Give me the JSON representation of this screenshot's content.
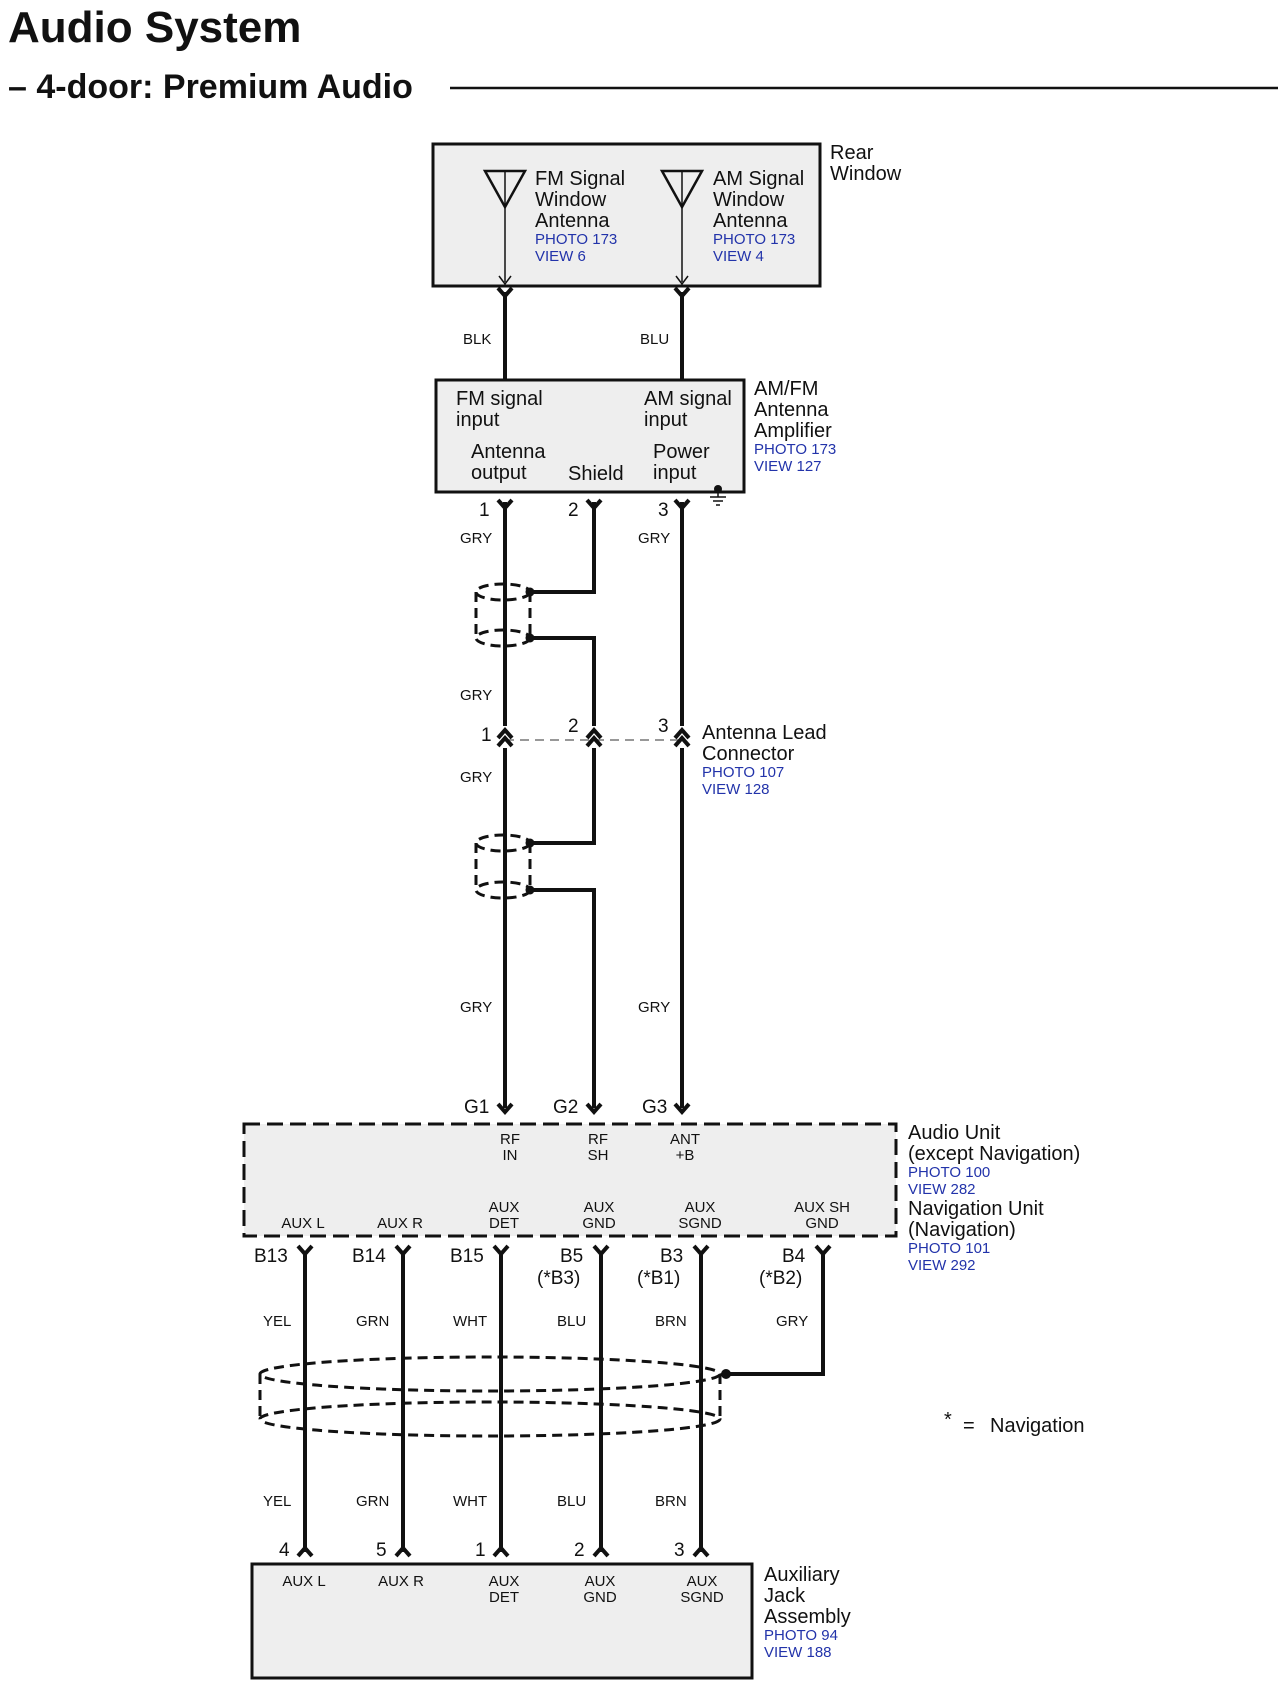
{
  "header": {
    "title": "Audio System",
    "subtitle": "– 4-door: Premium Audio"
  },
  "rear_window": {
    "label_line1": "Rear",
    "label_line2": "Window",
    "fm": {
      "l1": "FM Signal",
      "l2": "Window",
      "l3": "Antenna",
      "photo": "PHOTO 173",
      "view": "VIEW 6"
    },
    "am": {
      "l1": "AM Signal",
      "l2": "Window",
      "l3": "Antenna",
      "photo": "PHOTO 173",
      "view": "VIEW 4"
    }
  },
  "wires_top": {
    "blk": "BLK",
    "blu": "BLU"
  },
  "amplifier": {
    "name_l1": "AM/FM",
    "name_l2": "Antenna",
    "name_l3": "Amplifier",
    "photo": "PHOTO 173",
    "view": "VIEW 127",
    "fm_in_l1": "FM signal",
    "fm_in_l2": "input",
    "am_in_l1": "AM signal",
    "am_in_l2": "input",
    "ant_out_l1": "Antenna",
    "ant_out_l2": "output",
    "shield": "Shield",
    "power_l1": "Power",
    "power_l2": "input",
    "pins": [
      "1",
      "2",
      "3"
    ]
  },
  "wire_colors": {
    "gry": "GRY",
    "yel": "YEL",
    "grn": "GRN",
    "wht": "WHT",
    "blu": "BLU",
    "brn": "BRN"
  },
  "lead_connector": {
    "name_l1": "Antenna Lead",
    "name_l2": "Connector",
    "photo": "PHOTO 107",
    "view": "VIEW 128",
    "pins": [
      "1",
      "2",
      "3"
    ]
  },
  "audio_unit": {
    "name_l1": "Audio Unit",
    "name_l2": "(except Navigation)",
    "photo1": "PHOTO 100",
    "view1": "VIEW 282",
    "name_l3": "Navigation Unit",
    "name_l4": "(Navigation)",
    "photo2": "PHOTO 101",
    "view2": "VIEW 292",
    "g_pins": [
      "G1",
      "G2",
      "G3"
    ],
    "rf_in_l1": "RF",
    "rf_in_l2": "IN",
    "rf_sh_l1": "RF",
    "rf_sh_l2": "SH",
    "ant_l1": "ANT",
    "ant_l2": "+B",
    "aux_l": "AUX L",
    "aux_r": "AUX R",
    "aux_det_l1": "AUX",
    "aux_det_l2": "DET",
    "aux_gnd_l1": "AUX",
    "aux_gnd_l2": "GND",
    "aux_sgnd_l1": "AUX",
    "aux_sgnd_l2": "SGND",
    "aux_shgnd_l1": "AUX SH",
    "aux_shgnd_l2": "GND",
    "b_pins": [
      "B13",
      "B14",
      "B15",
      "B5",
      "B3",
      "B4"
    ],
    "nav_pins": [
      "(*B3)",
      "(*B1)",
      "(*B2)"
    ]
  },
  "legend": {
    "star": "*",
    "eq": "=",
    "text": "Navigation"
  },
  "aux_jack": {
    "name_l1": "Auxiliary",
    "name_l2": "Jack",
    "name_l3": "Assembly",
    "photo": "PHOTO 94",
    "view": "VIEW 188",
    "pins": [
      "4",
      "5",
      "1",
      "2",
      "3"
    ],
    "aux_l": "AUX L",
    "aux_r": "AUX R",
    "aux_det_l1": "AUX",
    "aux_det_l2": "DET",
    "aux_gnd_l1": "AUX",
    "aux_gnd_l2": "GND",
    "aux_sgnd_l1": "AUX",
    "aux_sgnd_l2": "SGND"
  }
}
